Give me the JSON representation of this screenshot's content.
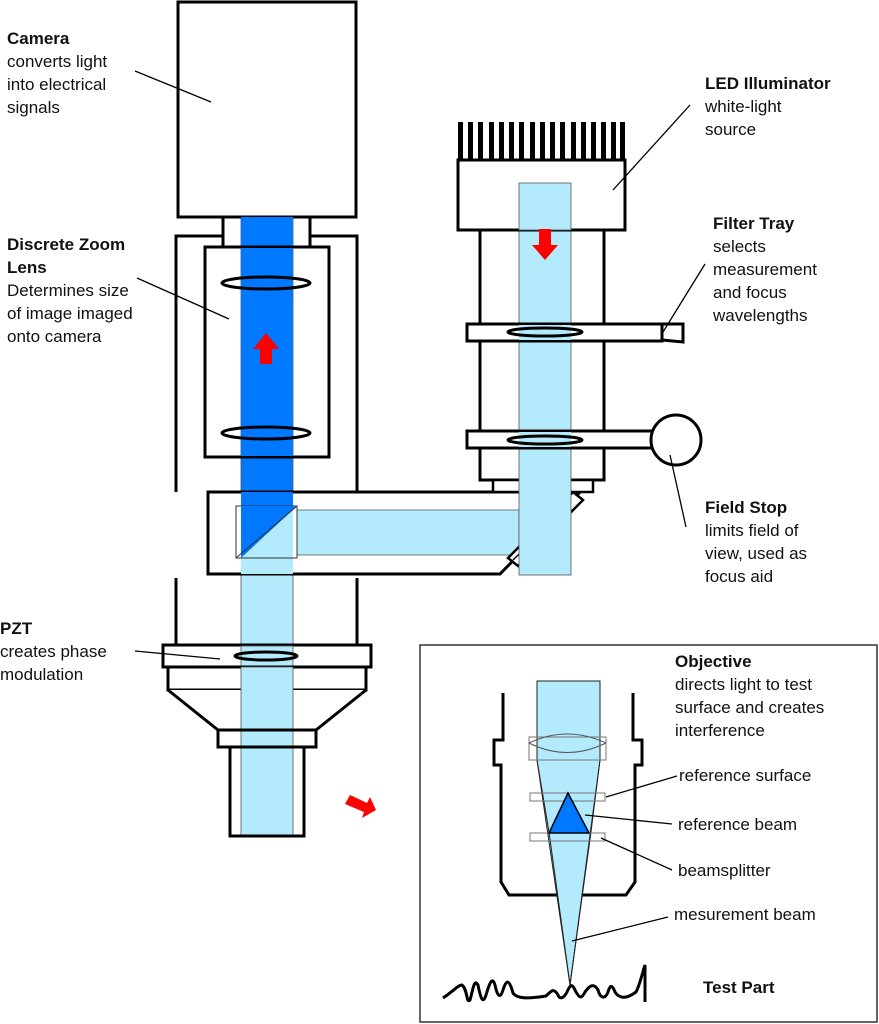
{
  "colors": {
    "outline": "#000000",
    "beam_dark": "#0078ff",
    "beam_light": "#b3ebfc",
    "arrow": "#ff0000",
    "background": "#ffffff"
  },
  "labels": {
    "camera": {
      "title": "Camera",
      "desc": "converts light\ninto electrical\nsignals"
    },
    "zoom_lens": {
      "title": "Discrete Zoom\nLens",
      "desc": "Determines size\nof image imaged\nonto camera"
    },
    "led": {
      "title": "LED Illuminator",
      "desc": "white-light\nsource"
    },
    "filter_tray": {
      "title": "Filter Tray",
      "desc": "selects\nmeasurement\nand focus\nwavelengths"
    },
    "field_stop": {
      "title": "Field Stop",
      "desc": "limits field of\nview, used as\nfocus aid"
    },
    "pzt": {
      "title": "PZT",
      "desc": "creates phase\nmodulation"
    },
    "objective": {
      "title": "Objective",
      "desc": "directs light to test\nsurface and creates\ninterference"
    }
  },
  "inset_callouts": {
    "reference_surface": "reference surface",
    "reference_beam": "reference beam",
    "beamsplitter": "beamsplitter",
    "measurement_beam": "mesurement beam",
    "test_part": "Test Part"
  }
}
